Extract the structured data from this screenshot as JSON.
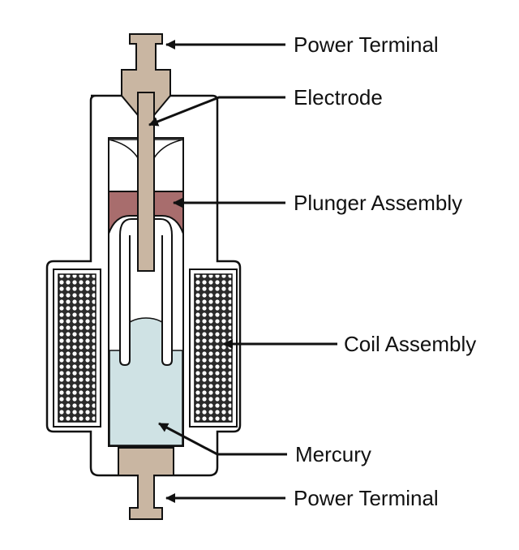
{
  "diagram": {
    "labels": {
      "power_terminal_top": "Power Terminal",
      "electrode": "Electrode",
      "plunger_assembly": "Plunger Assembly",
      "coil_assembly": "Coil Assembly",
      "mercury": "Mercury",
      "power_terminal_bottom": "Power Terminal"
    },
    "colors": {
      "terminal": "#c9b6a2",
      "plunger": "#a86d6d",
      "mercury": "#cfe2e4",
      "outline": "#111111",
      "background": "#ffffff"
    }
  }
}
